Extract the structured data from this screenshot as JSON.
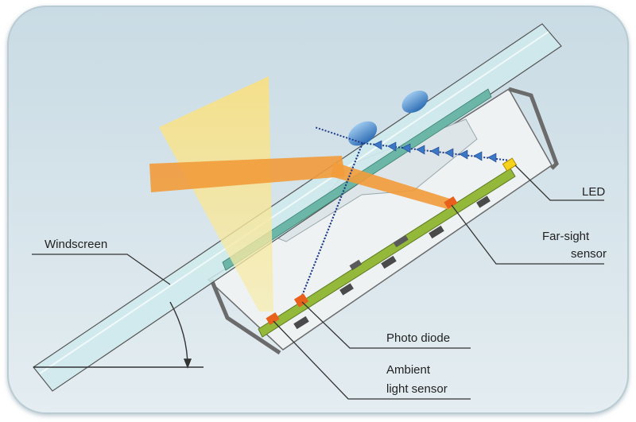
{
  "diagram": {
    "labels": {
      "windscreen": "Windscreen",
      "led": "LED",
      "far_sight_line1": "Far-sight",
      "far_sight_line2": "sensor",
      "photo_diode": "Photo diode",
      "ambient_line1": "Ambient",
      "ambient_line2": "light sensor"
    },
    "colors": {
      "background_top": "#c9dbe4",
      "background_bottom": "#e2ecf0",
      "glass": "#cfeaec",
      "glass_edge": "#555555",
      "housing": "#e8eef0",
      "circuit_board": "#93b83a",
      "light_cone": "#f8dc6e",
      "orange_beam": "#f29b3a",
      "reflected_beam": "#1f3d8a",
      "lens": "#4a8fd0",
      "sensor_chip": "#e8601c",
      "led_chip": "#f5d21c",
      "component": "#4a4a4a"
    }
  }
}
